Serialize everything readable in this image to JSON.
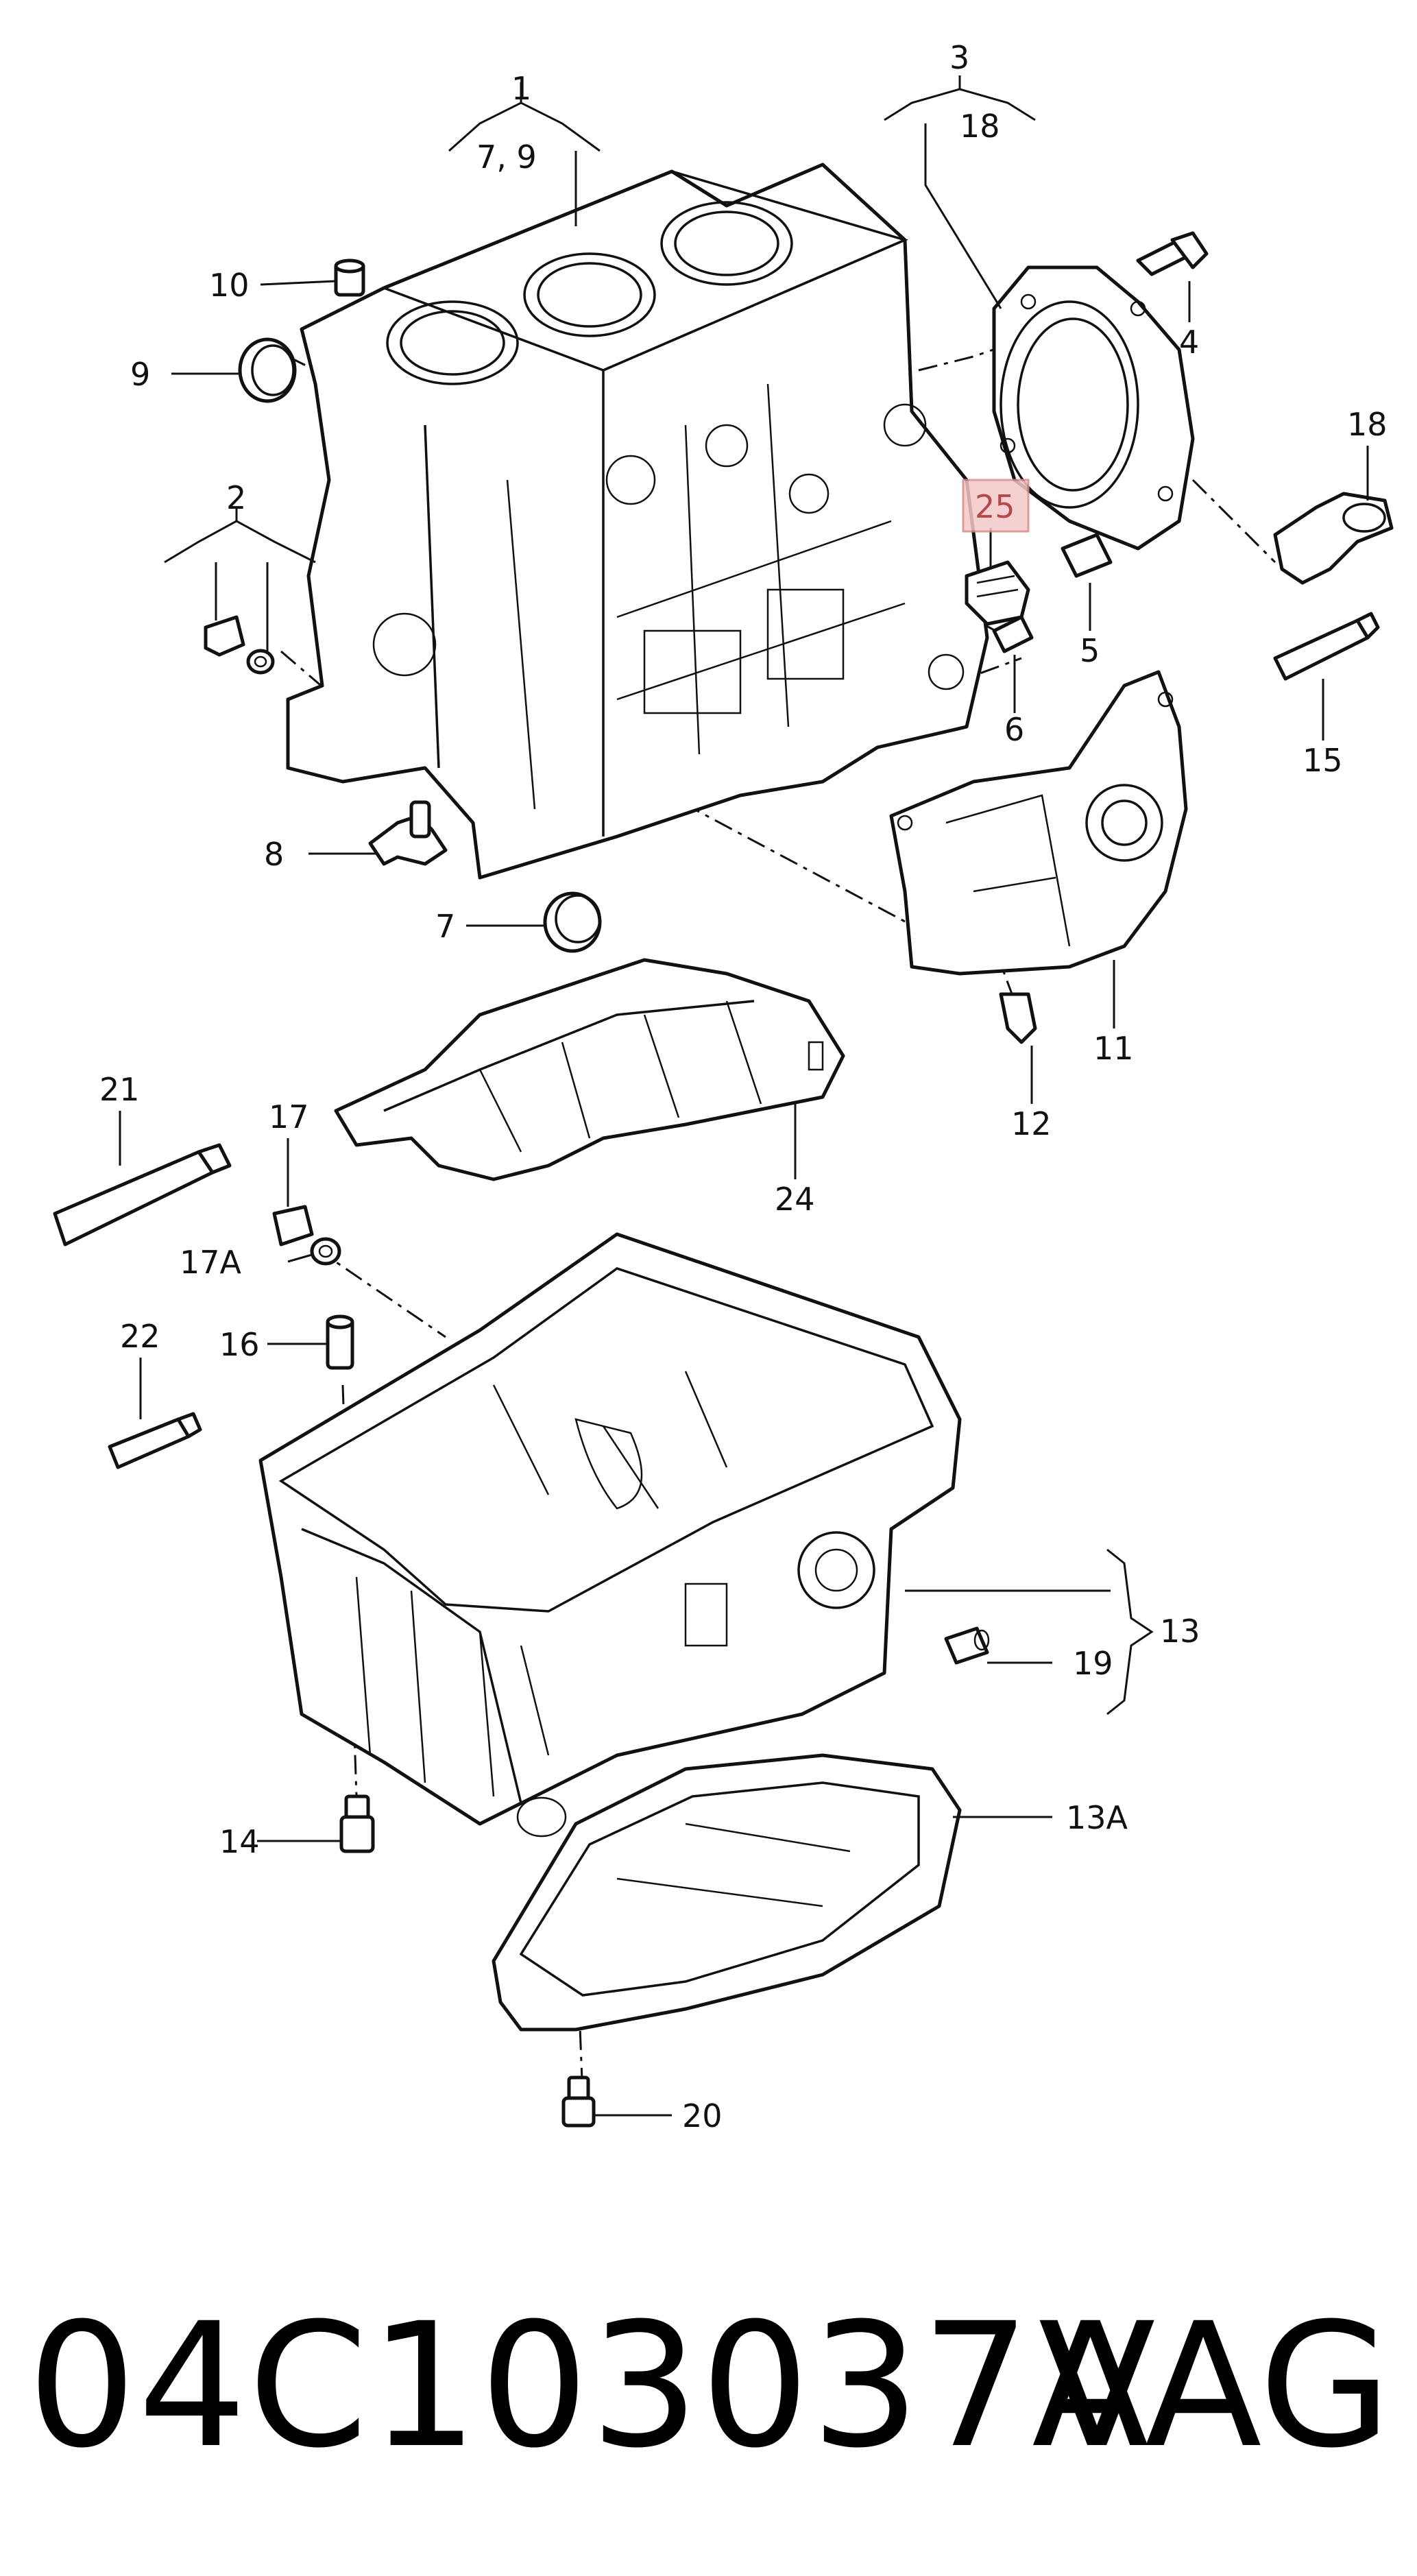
{
  "diagram": {
    "callouts": {
      "c1": "1",
      "c1_sub": "7, 9",
      "c2": "2",
      "c3": "3",
      "c3_sub": "18",
      "c4": "4",
      "c5": "5",
      "c6": "6",
      "c7": "7",
      "c8": "8",
      "c9": "9",
      "c10": "10",
      "c11": "11",
      "c12": "12",
      "c13": "13",
      "c13a": "13A",
      "c14": "14",
      "c15": "15",
      "c16": "16",
      "c17": "17",
      "c17a": "17A",
      "c18": "18",
      "c19": "19",
      "c20": "20",
      "c21": "21",
      "c22": "22",
      "c24": "24",
      "c25": "25"
    },
    "highlight_color": "#f4c8c8"
  },
  "footer": {
    "part_number": "04C103037A",
    "brand": "VAG"
  }
}
